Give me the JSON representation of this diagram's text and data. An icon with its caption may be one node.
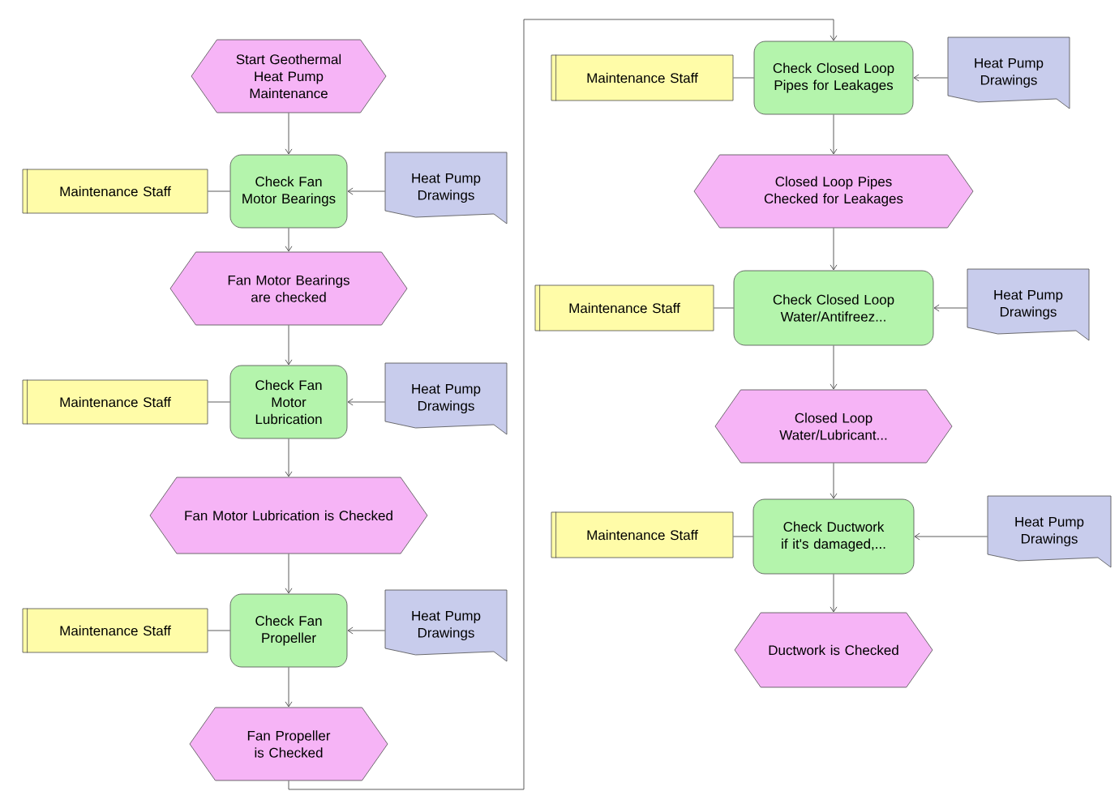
{
  "diagram": {
    "nodes": [
      {
        "text": [
          "Start Geothermal Heat Pump Maintenance"
        ]
      },
      {
        "text": [
          "Maintenance Staff"
        ]
      },
      {
        "text": [
          "Check Fan Motor Bearings"
        ]
      },
      {
        "text": [
          "Heat Pump Drawings"
        ]
      },
      {
        "text": [
          "Fan Motor Bearings are checked"
        ]
      },
      {
        "text": [
          "Maintenance Staff"
        ]
      },
      {
        "text": [
          "Check Fan Motor Lubrication"
        ]
      },
      {
        "text": [
          "Heat Pump Drawings"
        ]
      },
      {
        "text": [
          "Fan Motor Lubrication is Checked"
        ]
      },
      {
        "text": [
          "Maintenance Staff"
        ]
      },
      {
        "text": [
          "Check Fan Propeller"
        ]
      },
      {
        "text": [
          "Heat Pump Drawings"
        ]
      },
      {
        "text": [
          "Fan Propeller is Checked"
        ]
      },
      {
        "text": [
          "Maintenance Staff"
        ]
      },
      {
        "text": [
          "Check Closed Loop Pipes for Leakages"
        ]
      },
      {
        "text": [
          "Heat Pump Drawings"
        ]
      },
      {
        "text": [
          "Closed Loop Pipes Checked for Leakages"
        ]
      },
      {
        "text": [
          "Maintenance Staff"
        ]
      },
      {
        "text": [
          "Check Closed Loop Water/Antifreez..."
        ]
      },
      {
        "text": [
          "Heat Pump Drawings"
        ]
      },
      {
        "text": [
          "Closed Loop Water/Lubricant..."
        ]
      },
      {
        "text": [
          "Maintenance Staff"
        ]
      },
      {
        "text": [
          "Check Ductwork if it's damaged,..."
        ]
      },
      {
        "text": [
          "Heat Pump Drawings"
        ]
      },
      {
        "text": [
          "Ductwork is Checked"
        ]
      }
    ],
    "edges": [
      {
        "from": 0,
        "to": 2,
        "arrow": "to"
      },
      {
        "from": 1,
        "to": 2,
        "arrow": "none"
      },
      {
        "from": 3,
        "to": 2,
        "arrow": "to"
      },
      {
        "from": 2,
        "to": 4,
        "arrow": "to"
      },
      {
        "from": 4,
        "to": 6,
        "arrow": "to"
      },
      {
        "from": 5,
        "to": 6,
        "arrow": "none"
      },
      {
        "from": 7,
        "to": 6,
        "arrow": "to"
      },
      {
        "from": 6,
        "to": 8,
        "arrow": "to"
      },
      {
        "from": 8,
        "to": 10,
        "arrow": "to"
      },
      {
        "from": 9,
        "to": 10,
        "arrow": "none"
      },
      {
        "from": 11,
        "to": 10,
        "arrow": "to"
      },
      {
        "from": 10,
        "to": 12,
        "arrow": "to"
      },
      {
        "from": 12,
        "to": 14,
        "arrow": "to"
      },
      {
        "from": 13,
        "to": 14,
        "arrow": "none"
      },
      {
        "from": 15,
        "to": 14,
        "arrow": "to"
      },
      {
        "from": 14,
        "to": 16,
        "arrow": "to"
      },
      {
        "from": 16,
        "to": 18,
        "arrow": "to"
      },
      {
        "from": 17,
        "to": 18,
        "arrow": "none"
      },
      {
        "from": 19,
        "to": 18,
        "arrow": "to"
      },
      {
        "from": 18,
        "to": 20,
        "arrow": "to"
      },
      {
        "from": 20,
        "to": 22,
        "arrow": "to"
      },
      {
        "from": 21,
        "to": 22,
        "arrow": "none"
      },
      {
        "from": 23,
        "to": 22,
        "arrow": "to"
      },
      {
        "from": 22,
        "to": 24,
        "arrow": "to"
      }
    ]
  }
}
